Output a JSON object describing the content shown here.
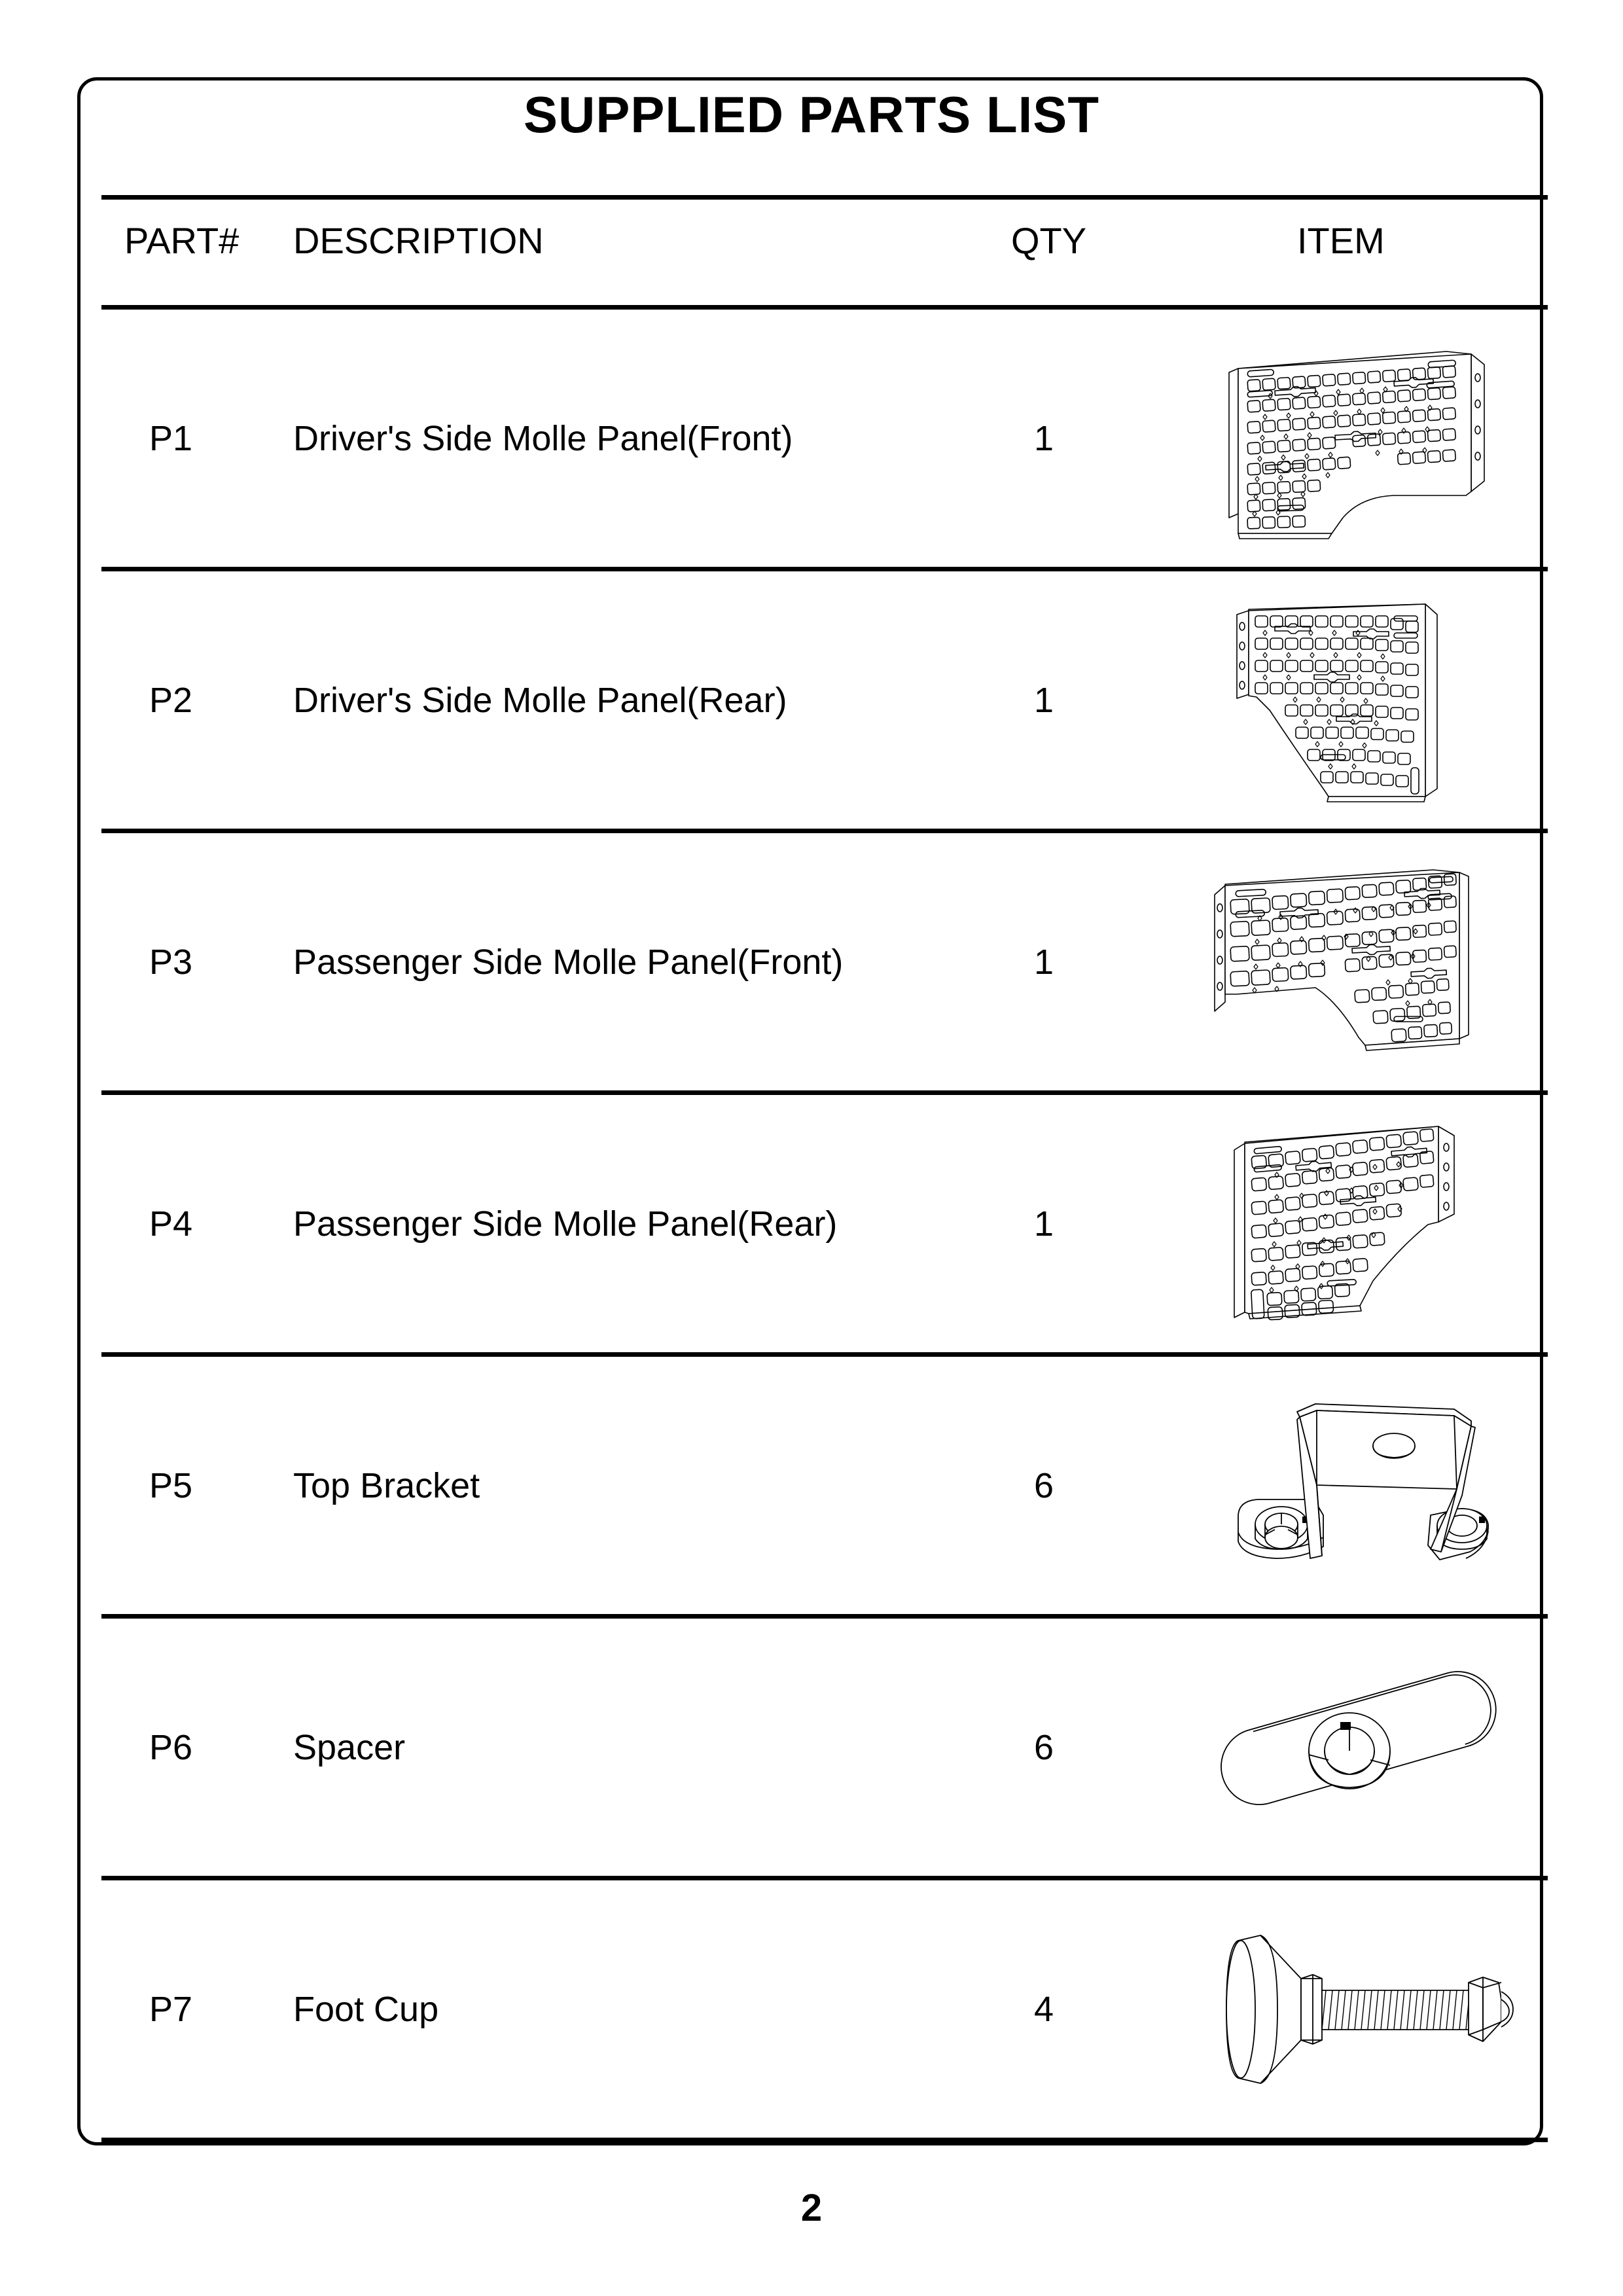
{
  "document": {
    "title": "SUPPLIED PARTS LIST",
    "page_number": "2",
    "line_color": "#000000",
    "background_color": "#ffffff"
  },
  "table": {
    "headers": {
      "part": "PART#",
      "description": "DESCRIPTION",
      "qty": "QTY",
      "item": "ITEM"
    },
    "rows": [
      {
        "part": "P1",
        "description": "Driver's Side Molle Panel(Front)",
        "qty": "1",
        "item_icon": "molle-panel-driver-front-icon"
      },
      {
        "part": "P2",
        "description": "Driver's Side Molle Panel(Rear)",
        "qty": "1",
        "item_icon": "molle-panel-driver-rear-icon"
      },
      {
        "part": "P3",
        "description": "Passenger Side Molle Panel(Front)",
        "qty": "1",
        "item_icon": "molle-panel-passenger-front-icon"
      },
      {
        "part": "P4",
        "description": "Passenger Side Molle Panel(Rear)",
        "qty": "1",
        "item_icon": "molle-panel-passenger-rear-icon"
      },
      {
        "part": "P5",
        "description": "Top Bracket",
        "qty": "6",
        "item_icon": "top-bracket-icon"
      },
      {
        "part": "P6",
        "description": "Spacer",
        "qty": "6",
        "item_icon": "spacer-icon"
      },
      {
        "part": "P7",
        "description": "Foot Cup",
        "qty": "4",
        "item_icon": "foot-cup-icon"
      }
    ]
  }
}
